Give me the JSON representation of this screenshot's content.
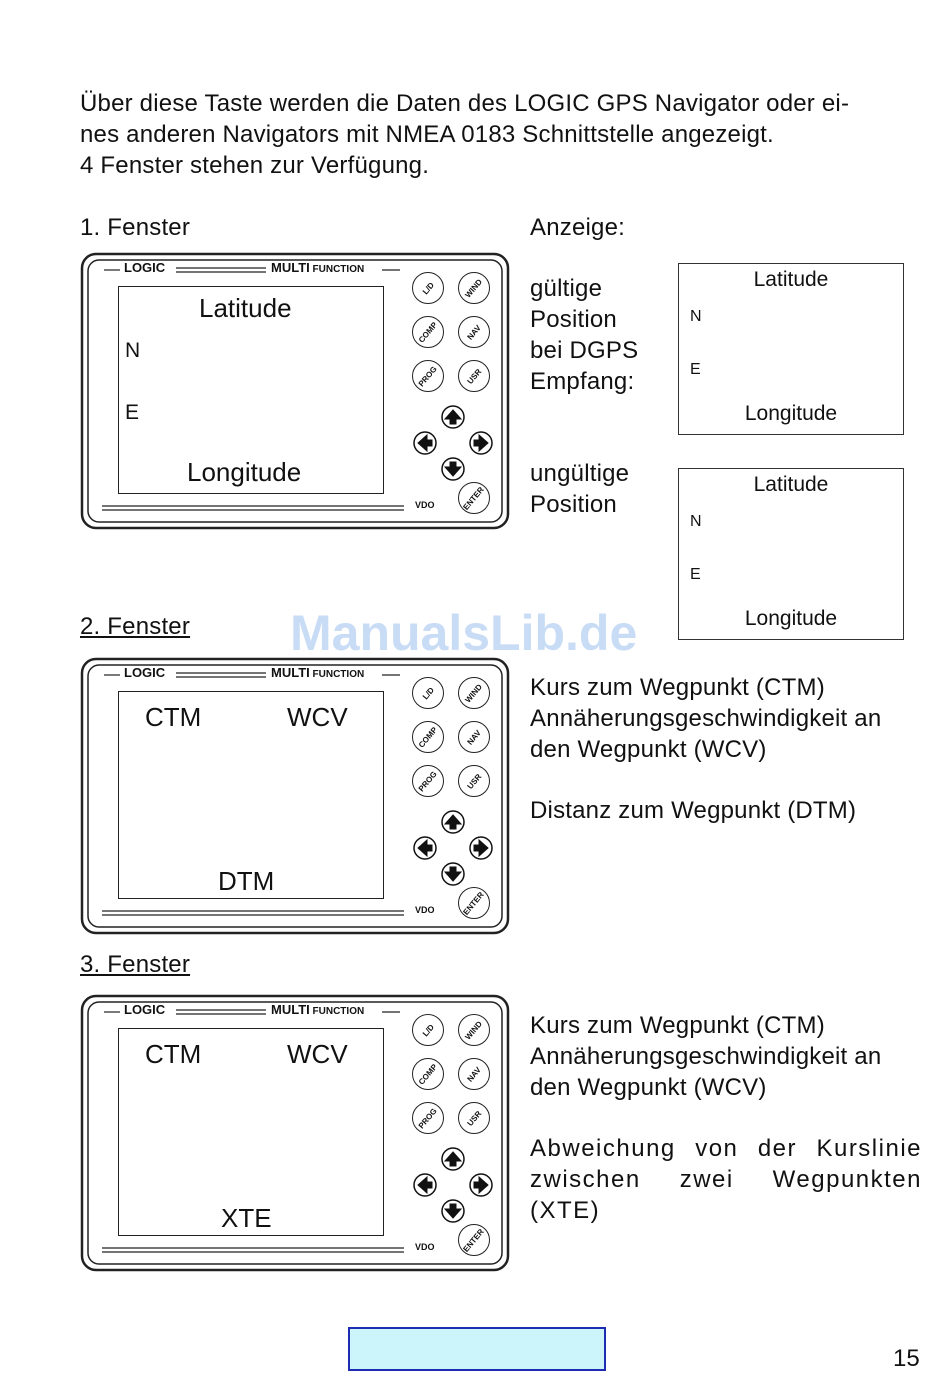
{
  "intro": {
    "line1": "Über diese Taste werden die Daten des LOGIC GPS Navigator oder ei-",
    "line2": "nes anderen Navigators mit NMEA 0183 Schnittstelle angezeigt.",
    "line3": "4 Fenster stehen zur Verfügung."
  },
  "device_labels": {
    "logic": "LOGIC",
    "multi": "MULTI",
    "function": "FUNCTION",
    "vdo": "VDO",
    "buttons": [
      "L/D",
      "WIND",
      "COMP",
      "NAV",
      "PROG",
      "USR",
      "ENTER"
    ]
  },
  "section1": {
    "heading": "1. Fenster",
    "screen": {
      "top": "Latitude",
      "n": "N",
      "e": "E",
      "bottom": "Longitude"
    },
    "anzeige": "Anzeige:",
    "valid": [
      "gültige",
      "Position",
      "bei DGPS",
      "Empfang:"
    ],
    "invalid": [
      "ungültige",
      "Position"
    ],
    "box_valid": {
      "lat": "Latitude",
      "n": "N",
      "e": "E",
      "lon": "Longitude"
    },
    "box_invalid": {
      "lat": "Latitude",
      "n": "N",
      "e": "E",
      "lon": "Longitude"
    }
  },
  "section2": {
    "heading": "2. Fenster",
    "screen": {
      "left": "CTM",
      "right": "WCV",
      "bottom": "DTM"
    },
    "desc": [
      "Kurs zum Wegpunkt (CTM)",
      "Annäherungsgeschwindigkeit an",
      "den Wegpunkt (WCV)",
      "Distanz zum Wegpunkt (DTM)"
    ]
  },
  "section3": {
    "heading": "3. Fenster",
    "screen": {
      "left": "CTM",
      "right": "WCV",
      "bottom": "XTE"
    },
    "desc": [
      "Kurs zum Wegpunkt (CTM)",
      "Annäherungsgeschwindigkeit an",
      "den Wegpunkt (WCV)",
      "Abweichung von der Kurslinie",
      "zwischen zwei Wegpunkten",
      "(XTE)"
    ]
  },
  "watermark": "ManualsLib.de",
  "page_number": "15"
}
